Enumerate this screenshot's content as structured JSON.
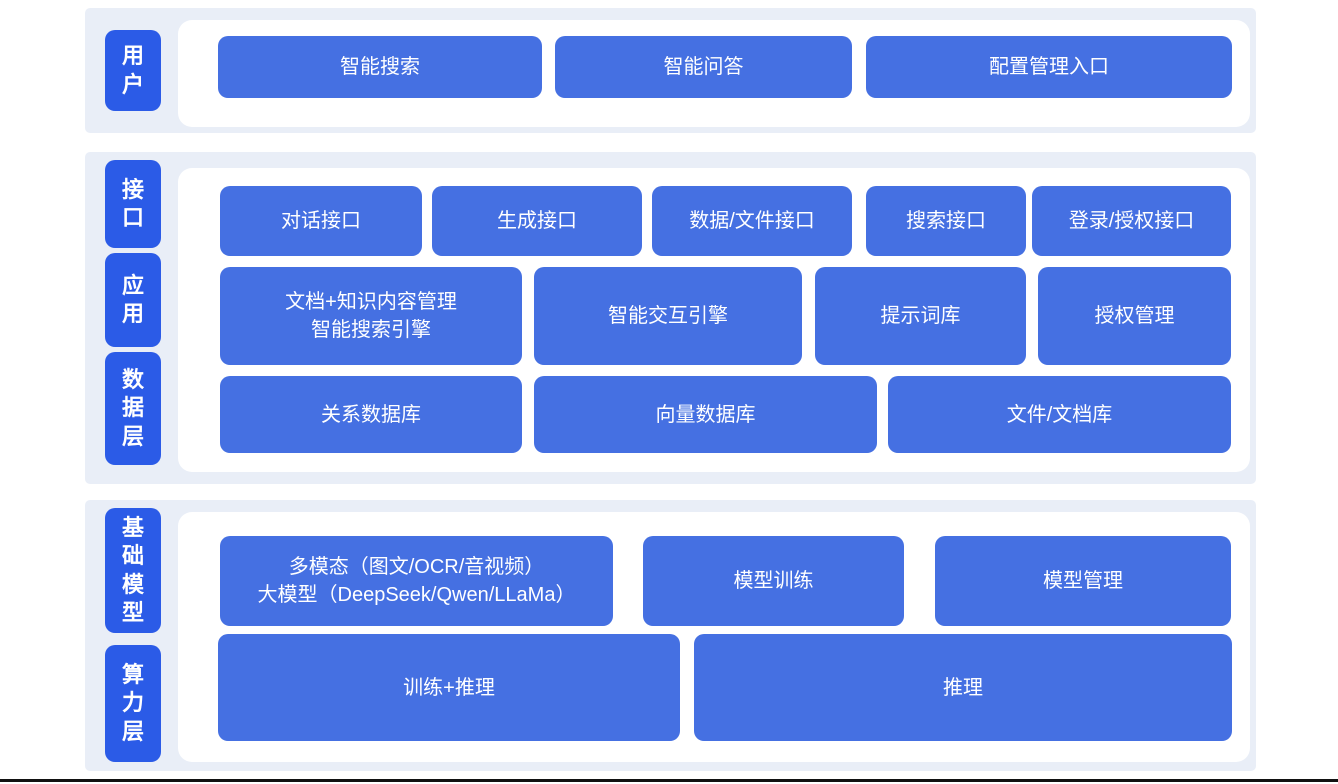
{
  "colors": {
    "band_bg": "#E9EEF7",
    "panel_bg": "#FFFFFF",
    "layer_label_blue": "#2B5BE7",
    "node_blue": "#4570E2",
    "text_on_blue": "#FFFFFF",
    "bottom_rule": "#111111"
  },
  "sections": [
    {
      "labels": [
        {
          "text": "用户"
        }
      ],
      "rows": [
        {
          "buttons": [
            {
              "lines": [
                "智能搜索"
              ]
            },
            {
              "lines": [
                "智能问答"
              ]
            },
            {
              "lines": [
                "配置管理入口"
              ]
            }
          ]
        }
      ]
    },
    {
      "labels": [
        {
          "text": "接口"
        },
        {
          "text": "应用"
        },
        {
          "text": "数据层"
        }
      ],
      "rows": [
        {
          "buttons": [
            {
              "lines": [
                "对话接口"
              ]
            },
            {
              "lines": [
                "生成接口"
              ]
            },
            {
              "lines": [
                "数据/文件接口"
              ]
            },
            {
              "lines": [
                "搜索接口"
              ]
            },
            {
              "lines": [
                "登录/授权接口"
              ]
            }
          ]
        },
        {
          "buttons": [
            {
              "lines": [
                "文档+知识内容管理",
                "智能搜索引擎"
              ]
            },
            {
              "lines": [
                "智能交互引擎"
              ]
            },
            {
              "lines": [
                "提示词库"
              ]
            },
            {
              "lines": [
                "授权管理"
              ]
            }
          ]
        },
        {
          "buttons": [
            {
              "lines": [
                "关系数据库"
              ]
            },
            {
              "lines": [
                "向量数据库"
              ]
            },
            {
              "lines": [
                "文件/文档库"
              ]
            }
          ]
        }
      ]
    },
    {
      "labels": [
        {
          "text": "基础模型"
        },
        {
          "text": "算力层"
        }
      ],
      "rows": [
        {
          "buttons": [
            {
              "lines": [
                "多模态（图文/OCR/音视频）",
                "大模型（DeepSeek/Qwen/LLaMa）"
              ]
            },
            {
              "lines": [
                "模型训练"
              ]
            },
            {
              "lines": [
                "模型管理"
              ]
            }
          ]
        },
        {
          "buttons": [
            {
              "lines": [
                "训练+推理"
              ]
            },
            {
              "lines": [
                "推理"
              ]
            }
          ]
        }
      ]
    }
  ]
}
